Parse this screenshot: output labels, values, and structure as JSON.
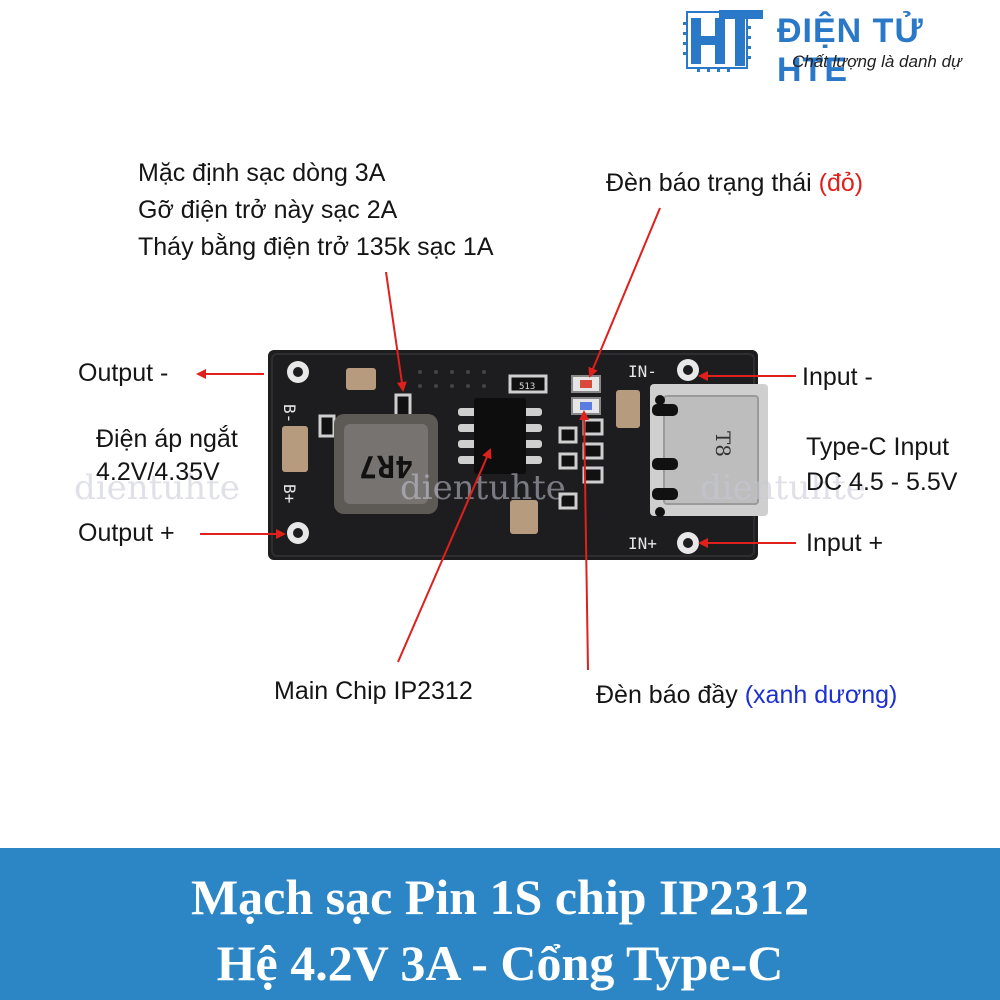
{
  "logo": {
    "brand": "ĐIỆN TỬ HTE",
    "slogan": "Chất lượng là danh dự",
    "mark_color": "#2a78c8"
  },
  "labels": {
    "current_note_line1": "Mặc định sạc dòng 3A",
    "current_note_line2": "Gỡ điện trở này sạc 2A",
    "current_note_line3": "Tháy bằng điện trở 135k sạc 1A",
    "status_led_prefix": "Đèn báo trạng thái ",
    "status_led_color": "(đỏ)",
    "output_minus": "Output -",
    "input_minus": "Input -",
    "cutoff_line1": "Điện áp ngắt",
    "cutoff_line2": "4.2V/4.35V",
    "typec_line1": "Type-C Input",
    "typec_line2": "DC 4.5 - 5.5V",
    "output_plus": "Output +",
    "input_plus": "Input +",
    "main_chip": "Main Chip IP2312",
    "full_led_prefix": "Đèn báo đầy ",
    "full_led_color": "(xanh dương)"
  },
  "board": {
    "pad_b_minus": "B-",
    "pad_b_plus": "B+",
    "pad_in_minus": "IN-",
    "pad_in_plus": "IN+",
    "inductor_marking": "4R7",
    "usb_marking": "T8",
    "resistor_marking": "513"
  },
  "watermark": "dientuhte",
  "footer": {
    "line1": "Mạch sạc Pin 1S chip IP2312",
    "line2": "Hệ 4.2V 3A - Cổng Type-C",
    "background": "#2c86c6"
  },
  "colors": {
    "arrow": "#e0201c",
    "red_text": "#e0201c",
    "blue_text": "#1c2fd0",
    "pcb": "#1d1d1f"
  }
}
